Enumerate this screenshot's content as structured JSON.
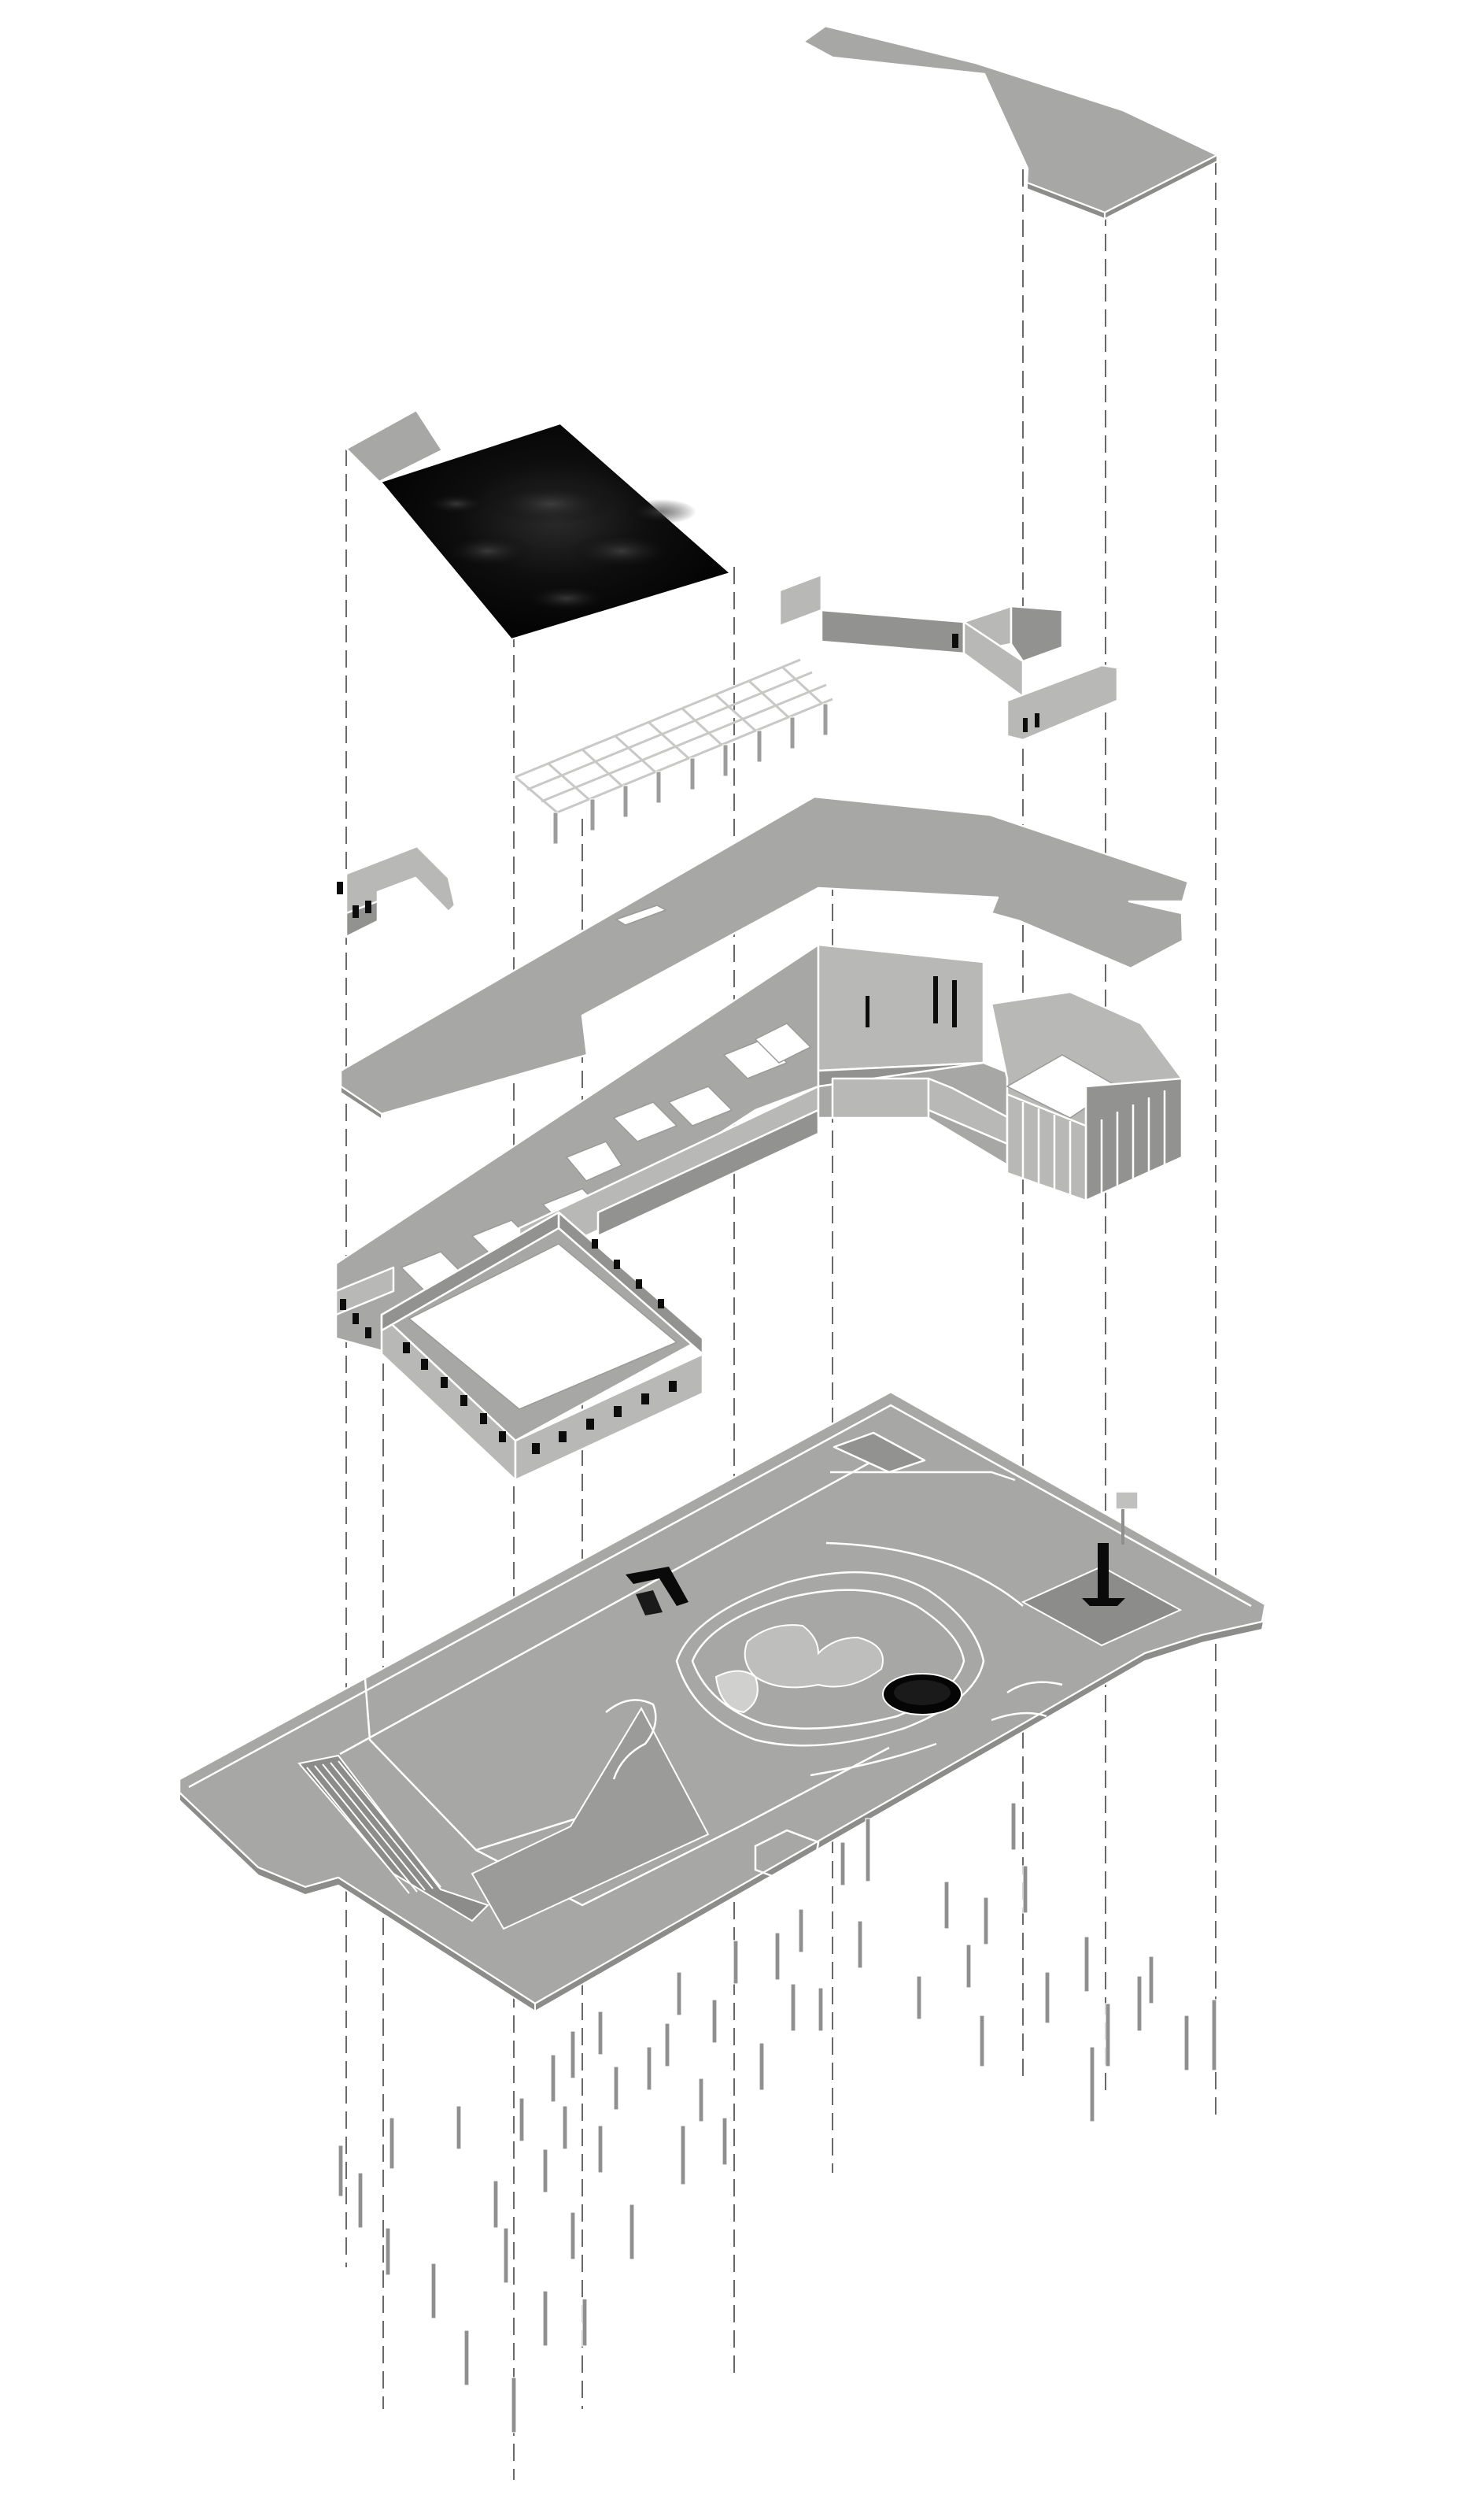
{
  "diagram": {
    "kind": "exploded-axonometric",
    "layers": [
      "roof-slab-upper",
      "roof-black-canopy",
      "pergola-structure",
      "upper-walls",
      "first-floor-slab",
      "ground-floor-rooms",
      "site-plan",
      "foundation-piles"
    ]
  },
  "colors": {
    "background": "#ffffff",
    "slab": "#a7a7a5",
    "wall": "#b8b8b6",
    "window": "#0c0c0c",
    "canopy": "#050505",
    "guide_line": "#444444"
  }
}
